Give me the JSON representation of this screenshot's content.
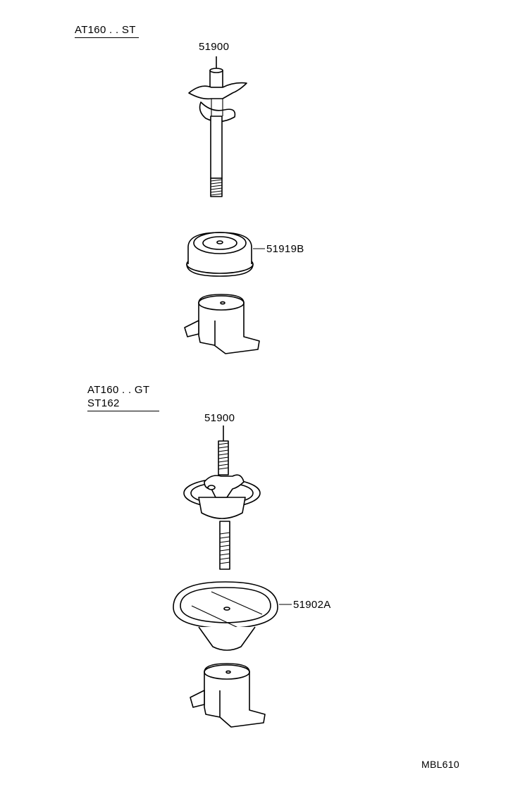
{
  "sections": [
    {
      "model_lines": [
        "AT160 . . ST"
      ]
    },
    {
      "model_lines": [
        "AT160 . . GT",
        "ST162"
      ]
    }
  ],
  "callouts": {
    "top_stud": "51900",
    "top_cover": "51919B",
    "bottom_stud": "51900",
    "bottom_cover": "51902A"
  },
  "figure_code": "MBL610"
}
